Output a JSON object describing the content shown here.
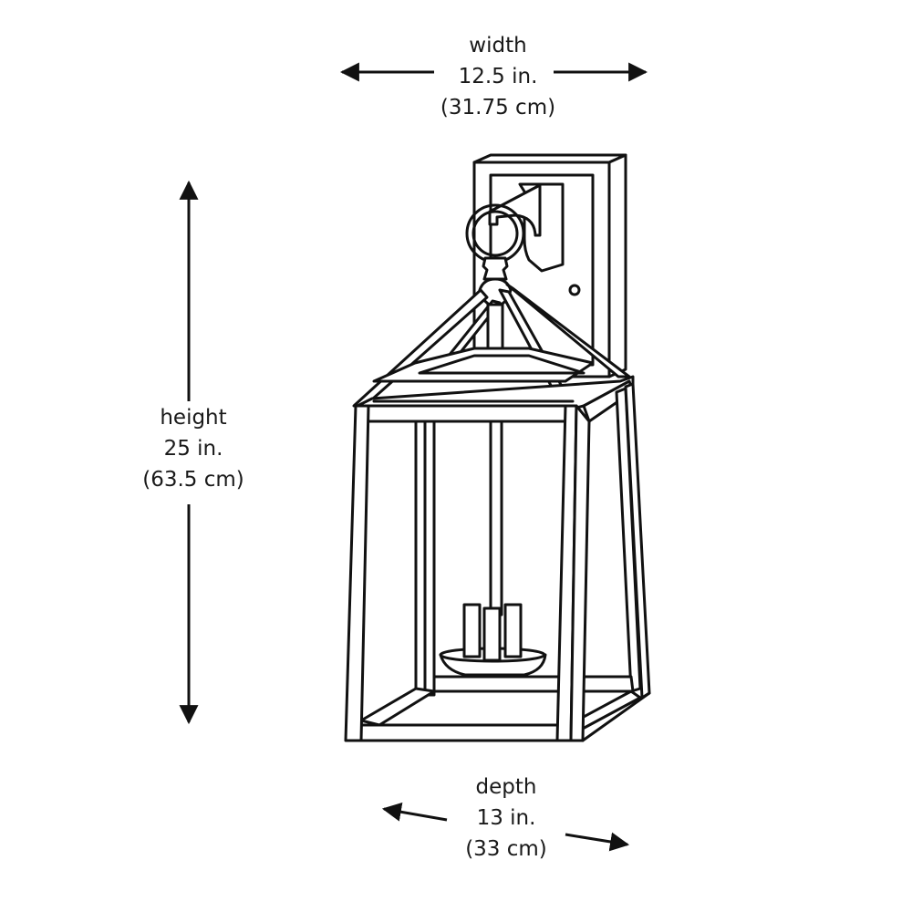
{
  "diagram": {
    "type": "product-dimension-diagram",
    "subject": "outdoor wall lantern",
    "line_color": "#111111",
    "background": "#ffffff"
  },
  "dimensions": {
    "width": {
      "label": "width",
      "imperial": "12.5 in.",
      "metric": "(31.75 cm)"
    },
    "height": {
      "label": "height",
      "imperial": "25 in.",
      "metric": "(63.5 cm)"
    },
    "depth": {
      "label": "depth",
      "imperial": "13 in.",
      "metric": "(33 cm)"
    }
  },
  "icons": {
    "width_arrows": "double-horizontal-arrow",
    "height_arrow": "double-vertical-arrow",
    "depth_arrows": "double-diagonal-arrow"
  }
}
